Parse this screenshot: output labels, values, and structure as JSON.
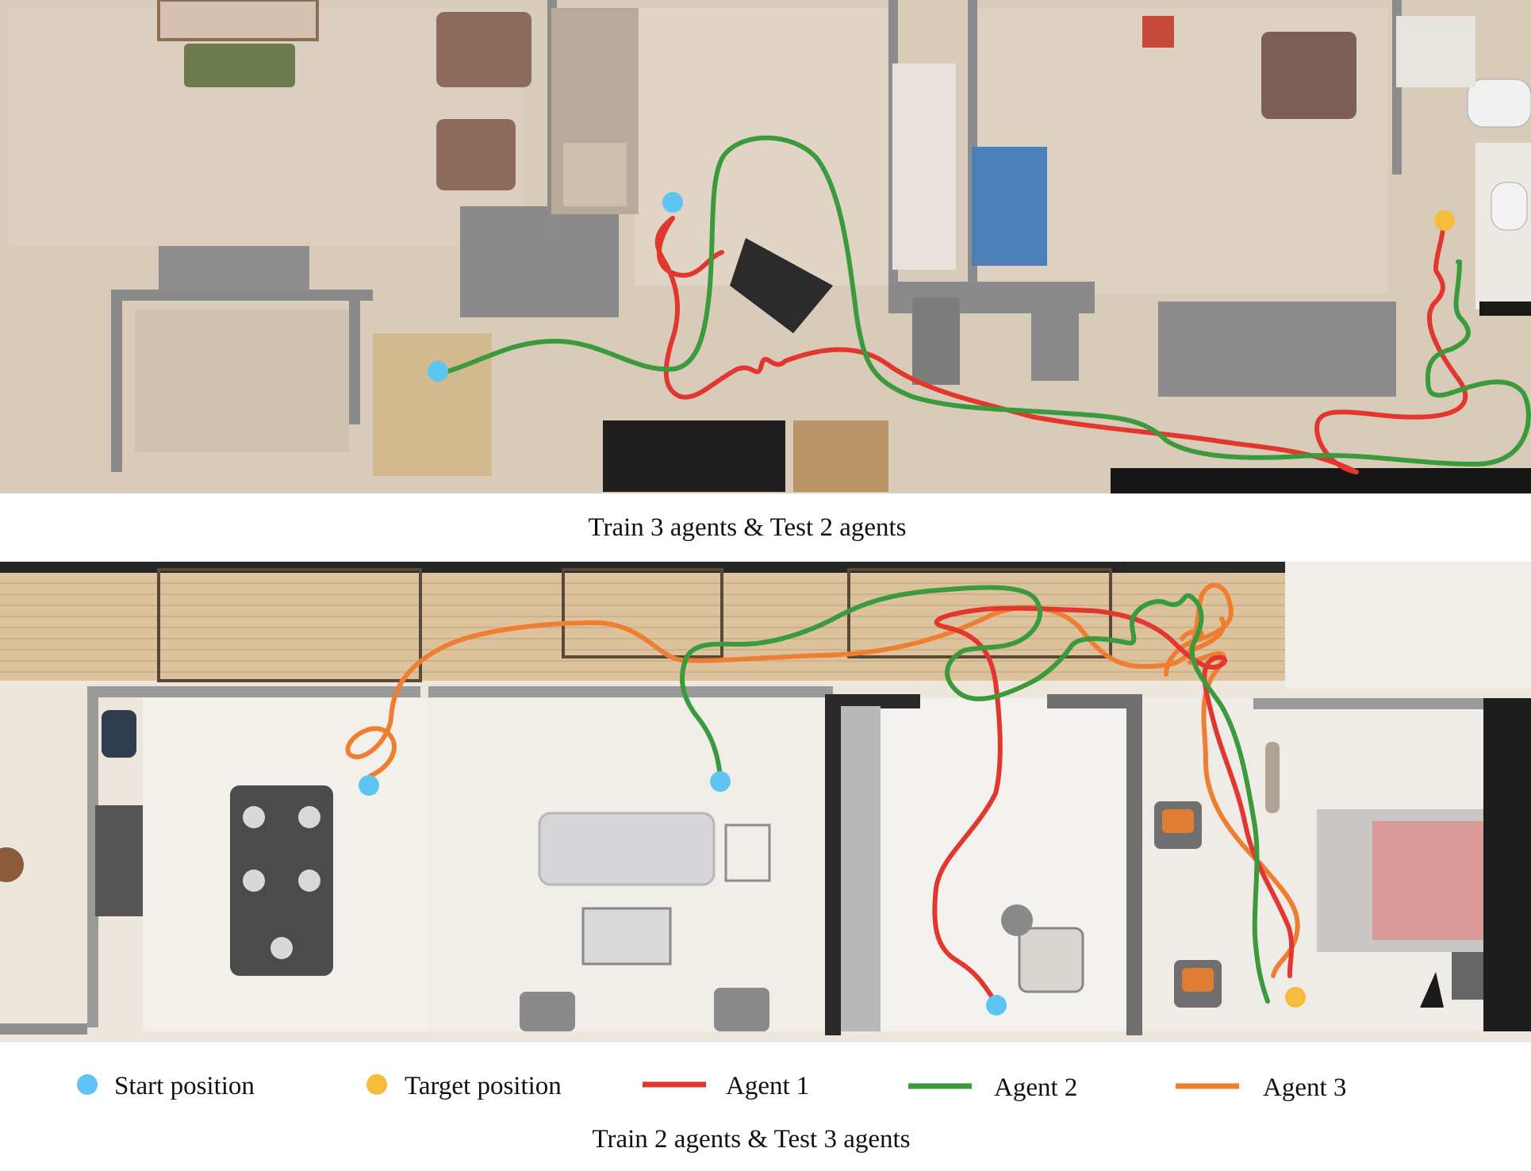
{
  "colors": {
    "start": "#5ec4f2",
    "target": "#f6bd3c",
    "agent1": "#e2372f",
    "agent2": "#3a9a3c",
    "agent3": "#ee7f32",
    "floor_top": "#d8cbbb",
    "floor_bottom": "#ece6dc",
    "wall": "#8a8a8a"
  },
  "panels": [
    {
      "caption": "Train 3 agents & Test 2 agents",
      "agents": [
        "agent1",
        "agent2"
      ]
    },
    {
      "caption": "Train 2 agents & Test 3 agents",
      "agents": [
        "agent1",
        "agent2",
        "agent3"
      ]
    }
  ],
  "legend": [
    {
      "kind": "dot",
      "color_key": "start",
      "label": "Start position"
    },
    {
      "kind": "dot",
      "color_key": "target",
      "label": "Target position"
    },
    {
      "kind": "line",
      "color_key": "agent1",
      "label": "Agent 1"
    },
    {
      "kind": "line",
      "color_key": "agent2",
      "label": "Agent 2"
    },
    {
      "kind": "line",
      "color_key": "agent3",
      "label": "Agent 3"
    }
  ]
}
